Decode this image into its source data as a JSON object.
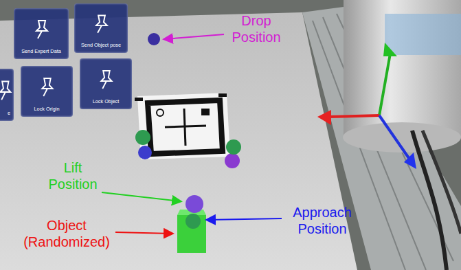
{
  "diagram": {
    "nodes": [
      {
        "text": [
          "Send Expert Data"
        ]
      },
      {
        "text": [
          "Send Object pose"
        ]
      },
      {
        "text": [
          "e"
        ]
      },
      {
        "text": [
          "Lock Origin"
        ]
      },
      {
        "text": [
          "Lock Object"
        ]
      }
    ],
    "labels": [
      "Drop Position",
      "Lift Position",
      "Approach Position",
      "Object (Randomized)"
    ]
  }
}
